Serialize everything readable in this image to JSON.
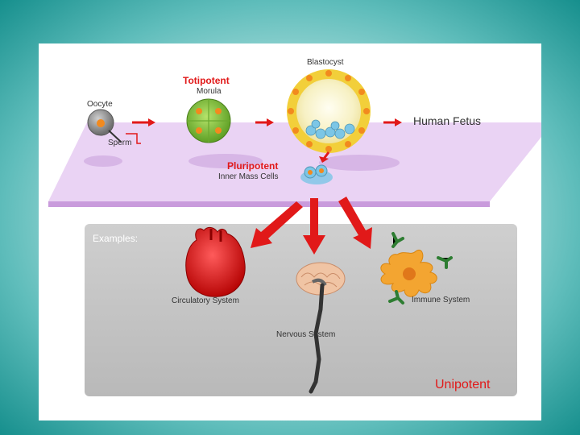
{
  "labels": {
    "oocyte": "Oocyte",
    "sperm": "Sperm",
    "totipotent": "Totipotent",
    "morula": "Morula",
    "blastocyst": "Blastocyst",
    "human_fetus": "Human Fetus",
    "pluripotent": "Pluripotent",
    "inner_mass_cells": "Inner Mass Cells",
    "examples": "Examples:",
    "circulatory_system": "Circulatory System",
    "nervous_system": "Nervous System",
    "immune_system": "Immune System",
    "unipotent": "Unipotent"
  },
  "colors": {
    "arrow_red": "#e11919",
    "plane_lavender": "#dcb6ec",
    "examples_panel_gray": "#c4c4c4",
    "frame_teal": "#168f8d",
    "morula_green": "#8dc63f",
    "blastocyst_yellow": "#f5d23c",
    "cell_orange": "#f28a1e",
    "inner_cell_blue": "#7cc6e6",
    "immune_cell_orange": "#f3a531",
    "antibody_green": "#2e7d32"
  },
  "icons": [
    "oocyte-icon",
    "morula-icon",
    "blastocyst-icon",
    "inner-mass-cells-icon",
    "heart-icon",
    "brain-icon",
    "immune-cell-icon",
    "antibody-icon"
  ]
}
